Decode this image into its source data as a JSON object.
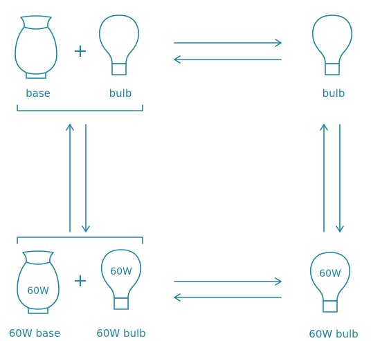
{
  "labels": {
    "top_left_base": "base",
    "top_left_bulb": "bulb",
    "top_right_bulb": "bulb",
    "bottom_left_base": "60W base",
    "bottom_left_bulb": "60W bulb",
    "bottom_right_bulb": "60W bulb"
  },
  "inner_marks": {
    "base_60w": "60W",
    "bulb_60w_left": "60W",
    "bulb_60w_right": "60W"
  },
  "operators": {
    "plus_top": "+",
    "plus_bottom": "+"
  },
  "colors": {
    "ink": "#1a86a6",
    "background": "#ffffff"
  }
}
